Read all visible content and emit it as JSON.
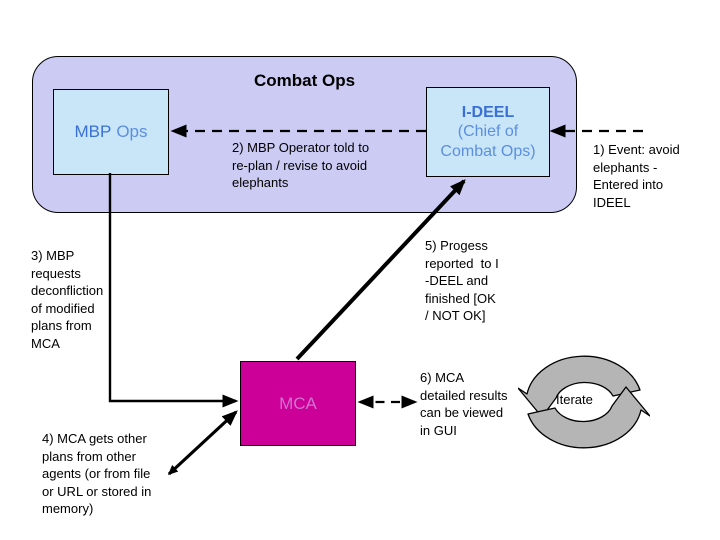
{
  "slide": {
    "title": "Combat Ops",
    "boxes": {
      "mbp_ops": {
        "label_primary": "MBP",
        "label_secondary": "Ops"
      },
      "ideel": {
        "line1": "I-DEEL",
        "line2": "(Chief of",
        "line3": "Combat Ops)"
      },
      "mca": {
        "label": "MCA"
      }
    },
    "annotations": {
      "step1": "1) Event: avoid\nelephants -\nEntered into\nIDEEL",
      "step2": "2) MBP Operator told to\nre-plan / revise to avoid\nelephants",
      "step3": "3) MBP\nrequests\ndeconfliction\nof modified\nplans from\nMCA",
      "step4": "4) MCA gets other\nplans from other\nagents (or from file\nor URL or stored in\nmemory)",
      "step5": "5) Progess\nreported  to I\n-DEEL and\nfinished [OK\n/ NOT OK]",
      "step6": "6) MCA\ndetailed results\ncan be viewed\nin GUI",
      "iterate_label": "Iterate"
    },
    "icons": {
      "iterate": "cycle-arrows-icon"
    },
    "colors": {
      "container_fill": "#cbcbf3",
      "box_fill": "#c8e6f8",
      "box_text": "#3a70d6",
      "box_text_light": "#5d8fe0",
      "mca_fill": "#cc0099",
      "mca_text": "#cf72cf",
      "icon_gray": "#b5b5b5",
      "line_color": "#000000"
    }
  }
}
